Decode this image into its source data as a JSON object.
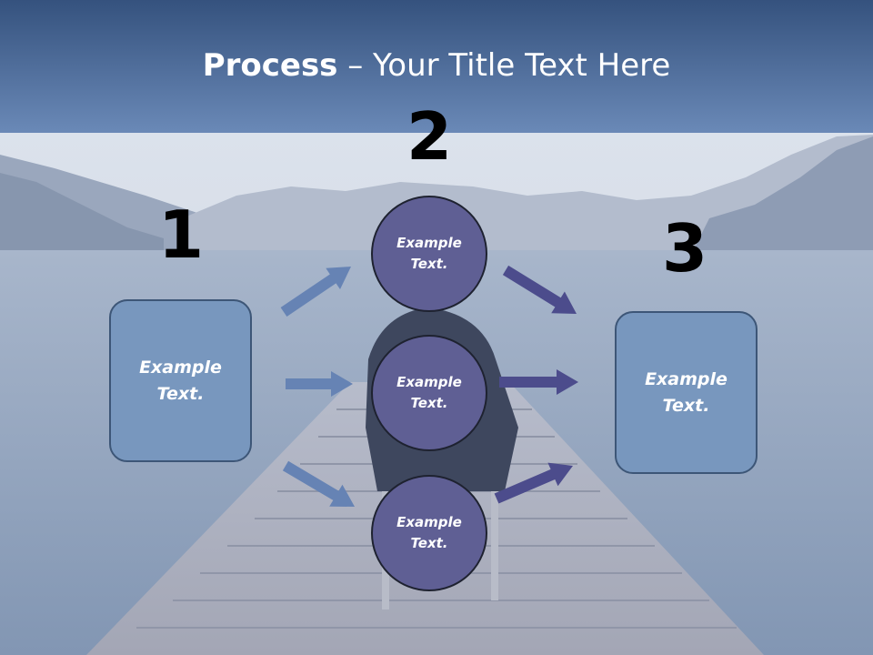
{
  "slide": {
    "title_bold": "Process",
    "title_rest": " – Your Title Text Here"
  },
  "steps": [
    {
      "number": "1"
    },
    {
      "number": "2"
    },
    {
      "number": "3"
    }
  ],
  "left_box": {
    "text": "Example\nText."
  },
  "circles": [
    {
      "text": "Example\nText."
    },
    {
      "text": "Example\nText."
    },
    {
      "text": "Example\nText."
    }
  ],
  "right_box": {
    "text": "Example\nText."
  },
  "colors": {
    "header": "#4a6c9c",
    "box_fill": "#7897be",
    "circle_fill": "#5f5f94",
    "arrow_left": "#6683b4",
    "arrow_right": "#4c4c8c"
  }
}
